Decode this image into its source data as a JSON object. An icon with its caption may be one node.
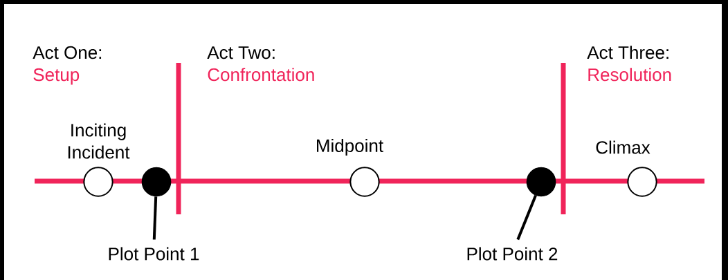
{
  "diagram": {
    "nodes": [
      {
        "text": [],
        "shape": "circle",
        "beside": [
          "Inciting Incident"
        ]
      },
      {
        "text": [],
        "shape": "dot"
      },
      {
        "text": [],
        "shape": "circle",
        "beside": [
          "Midpoint"
        ]
      },
      {
        "text": [],
        "shape": "dot"
      },
      {
        "text": [],
        "shape": "circle",
        "beside": [
          "Climax"
        ]
      },
      {
        "text": [
          "Plot Point 1"
        ]
      },
      {
        "text": [
          "Plot Point 2"
        ]
      }
    ],
    "edges": [
      {
        "from": 5,
        "to": 1,
        "arrow": "none"
      },
      {
        "from": 6,
        "to": 3,
        "arrow": "none"
      }
    ],
    "labels": [
      "Act One:",
      "Setup",
      "Act Two:",
      "Confrontation",
      "Act Three:",
      "Resolution"
    ]
  }
}
